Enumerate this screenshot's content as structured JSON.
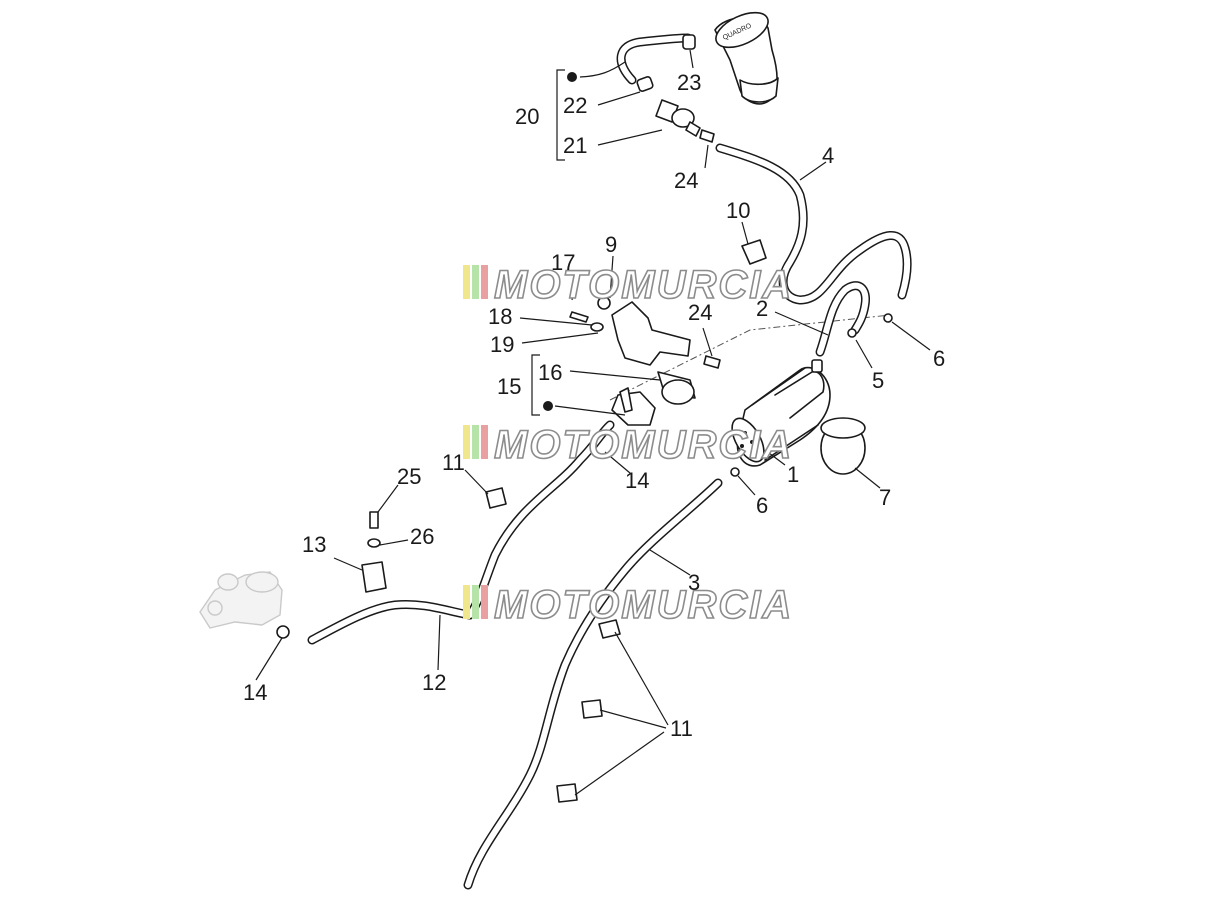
{
  "callouts": {
    "c1": "1",
    "c2": "2",
    "c4": "4",
    "c5": "5",
    "c6a": "6",
    "c6b": "6",
    "c7": "7",
    "c9": "9",
    "c10": "10",
    "c11a": "11",
    "c11b": "11",
    "c12": "12",
    "c13": "13",
    "c14a": "14",
    "c14b": "14",
    "c15": "15",
    "c16": "16",
    "c17": "17",
    "c18": "18",
    "c19": "19",
    "c20": "20",
    "c21": "21",
    "c22": "22",
    "c23": "23",
    "c24a": "24",
    "c24b": "24",
    "c25": "25",
    "c26": "26",
    "c3": "3"
  },
  "watermark": {
    "text": "MOTOMURCIA",
    "stripe_colors": [
      "#f0e68c",
      "#b6e3a8",
      "#e8a0a0"
    ]
  }
}
